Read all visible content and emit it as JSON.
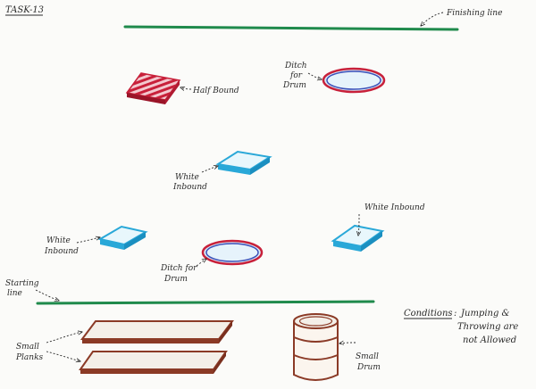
{
  "title": "TASK-13",
  "labels": {
    "finishing_line": "Finishing line",
    "starting_line": [
      "Starting",
      "line"
    ],
    "half_bound": "Half Bound",
    "ditch_top": [
      "Ditch",
      "for",
      "Drum"
    ],
    "ditch_bottom": [
      "Ditch for",
      "Drum"
    ],
    "white_inbound_mid": [
      "White",
      "Inbound"
    ],
    "white_inbound_left": [
      "White",
      "Inbound"
    ],
    "white_inbound_right": "White Inbound",
    "small_planks": [
      "Small",
      "Planks"
    ],
    "small_drum": [
      "Small",
      "Drum"
    ]
  },
  "conditions": {
    "heading": "Conditions",
    "lines": [
      "Jumping &",
      "Throwing are",
      "not Allowed"
    ]
  },
  "colors": {
    "line_green": "#1f8a4c",
    "red": "#c8203a",
    "blue": "#29a8d8",
    "ditch_inner": "#3b4fb8",
    "brown": "#8b3a26",
    "ink": "#2a2a2a"
  }
}
